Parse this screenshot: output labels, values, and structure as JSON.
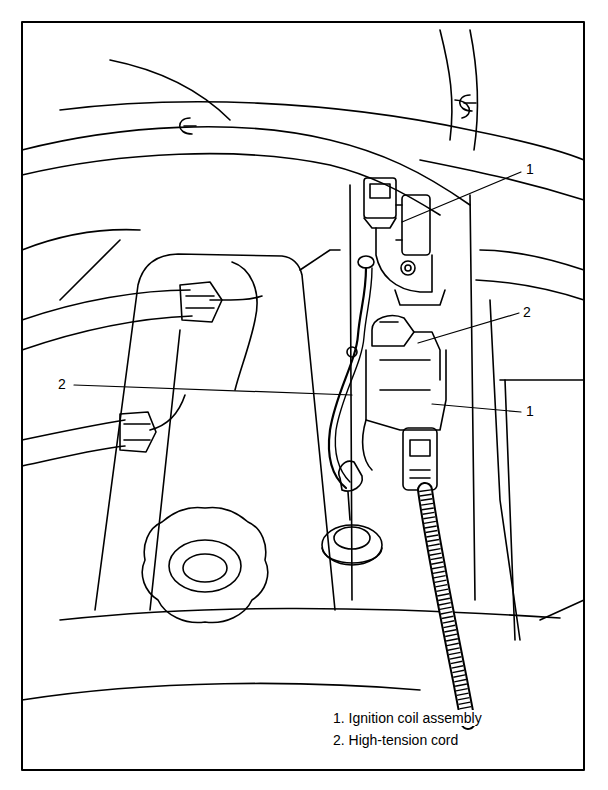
{
  "diagram": {
    "labels": [
      "1",
      "2",
      "2",
      "1",
      "1. Ignition coil assembly",
      "2. High-tension cord"
    ]
  }
}
